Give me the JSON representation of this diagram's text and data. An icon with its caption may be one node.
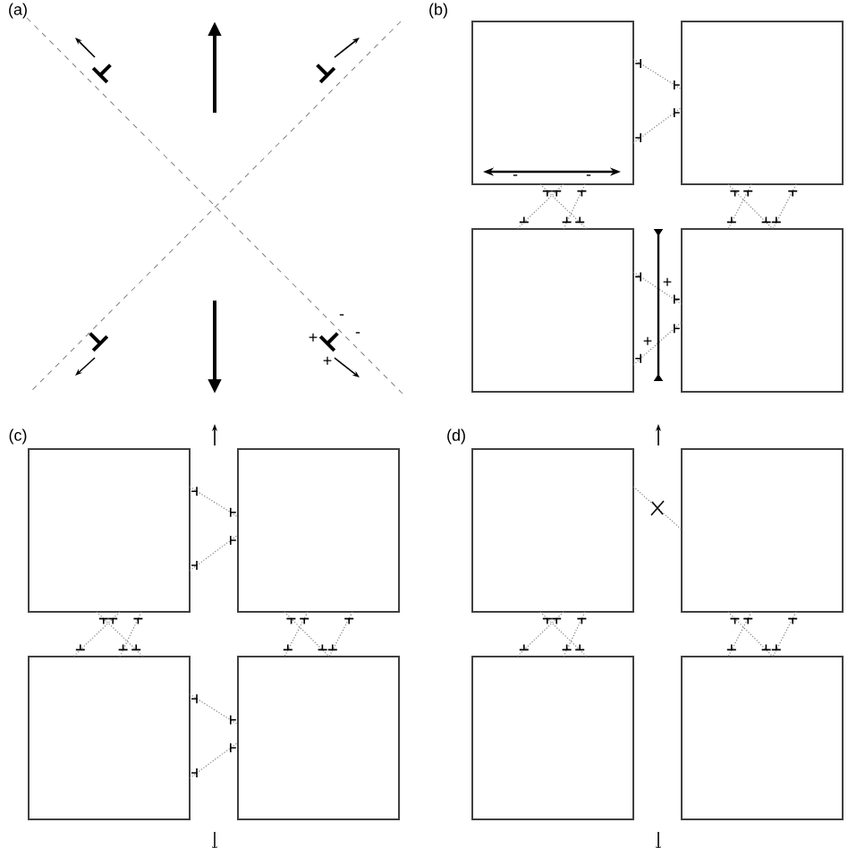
{
  "diagram": {
    "nodes": [
      {
        "text": [],
        "shape": "box"
      },
      {
        "text": [],
        "shape": "box"
      },
      {
        "text": [],
        "shape": "box"
      },
      {
        "text": [],
        "shape": "box"
      },
      {
        "text": [],
        "shape": "box"
      },
      {
        "text": [],
        "shape": "box"
      },
      {
        "text": [],
        "shape": "box"
      },
      {
        "text": [],
        "shape": "box"
      },
      {
        "text": [],
        "shape": "box"
      },
      {
        "text": [],
        "shape": "box"
      },
      {
        "text": [],
        "shape": "box"
      },
      {
        "text": [],
        "shape": "box"
      }
    ],
    "edges": [
      {
        "from": 0,
        "to": 1,
        "arrow": "none",
        "style": "dashed"
      },
      {
        "from": 0,
        "to": 1,
        "arrow": "none",
        "style": "dashed"
      },
      {
        "from": 0,
        "to": 2,
        "arrow": "none",
        "style": "dashed"
      },
      {
        "from": 0,
        "to": 2,
        "arrow": "none",
        "style": "dashed"
      },
      {
        "from": 0,
        "to": 2,
        "arrow": "none",
        "style": "dashed"
      },
      {
        "from": 1,
        "to": 3,
        "arrow": "none",
        "style": "dashed"
      },
      {
        "from": 1,
        "to": 3,
        "arrow": "none",
        "style": "dashed"
      },
      {
        "from": 1,
        "to": 3,
        "arrow": "none",
        "style": "dashed"
      },
      {
        "from": 2,
        "to": 3,
        "arrow": "none",
        "style": "dashed"
      },
      {
        "from": 2,
        "to": 3,
        "arrow": "none",
        "style": "dashed"
      },
      {
        "from": 4,
        "to": 5,
        "arrow": "none",
        "style": "dashed"
      },
      {
        "from": 4,
        "to": 5,
        "arrow": "none",
        "style": "dashed"
      },
      {
        "from": 4,
        "to": 6,
        "arrow": "none",
        "style": "dashed"
      },
      {
        "from": 4,
        "to": 6,
        "arrow": "none",
        "style": "dashed"
      },
      {
        "from": 4,
        "to": 6,
        "arrow": "none",
        "style": "dashed"
      },
      {
        "from": 5,
        "to": 7,
        "arrow": "none",
        "style": "dashed"
      },
      {
        "from": 5,
        "to": 7,
        "arrow": "none",
        "style": "dashed"
      },
      {
        "from": 5,
        "to": 7,
        "arrow": "none",
        "style": "dashed"
      },
      {
        "from": 6,
        "to": 7,
        "arrow": "none",
        "style": "dashed"
      },
      {
        "from": 6,
        "to": 7,
        "arrow": "none",
        "style": "dashed"
      },
      {
        "from": 8,
        "to": 9,
        "arrow": "none",
        "style": "dashed"
      },
      {
        "from": 8,
        "to": 10,
        "arrow": "none",
        "style": "dashed"
      },
      {
        "from": 8,
        "to": 10,
        "arrow": "none",
        "style": "dashed"
      },
      {
        "from": 8,
        "to": 10,
        "arrow": "none",
        "style": "dashed"
      },
      {
        "from": 9,
        "to": 11,
        "arrow": "none",
        "style": "dashed"
      },
      {
        "from": 9,
        "to": 11,
        "arrow": "none",
        "style": "dashed"
      },
      {
        "from": 9,
        "to": 11,
        "arrow": "none",
        "style": "dashed"
      }
    ],
    "labels": [
      "(a)",
      "-",
      "-",
      "+",
      "+",
      "(b)",
      "-",
      "-",
      "+",
      "+",
      "(c)",
      "(d)"
    ]
  }
}
